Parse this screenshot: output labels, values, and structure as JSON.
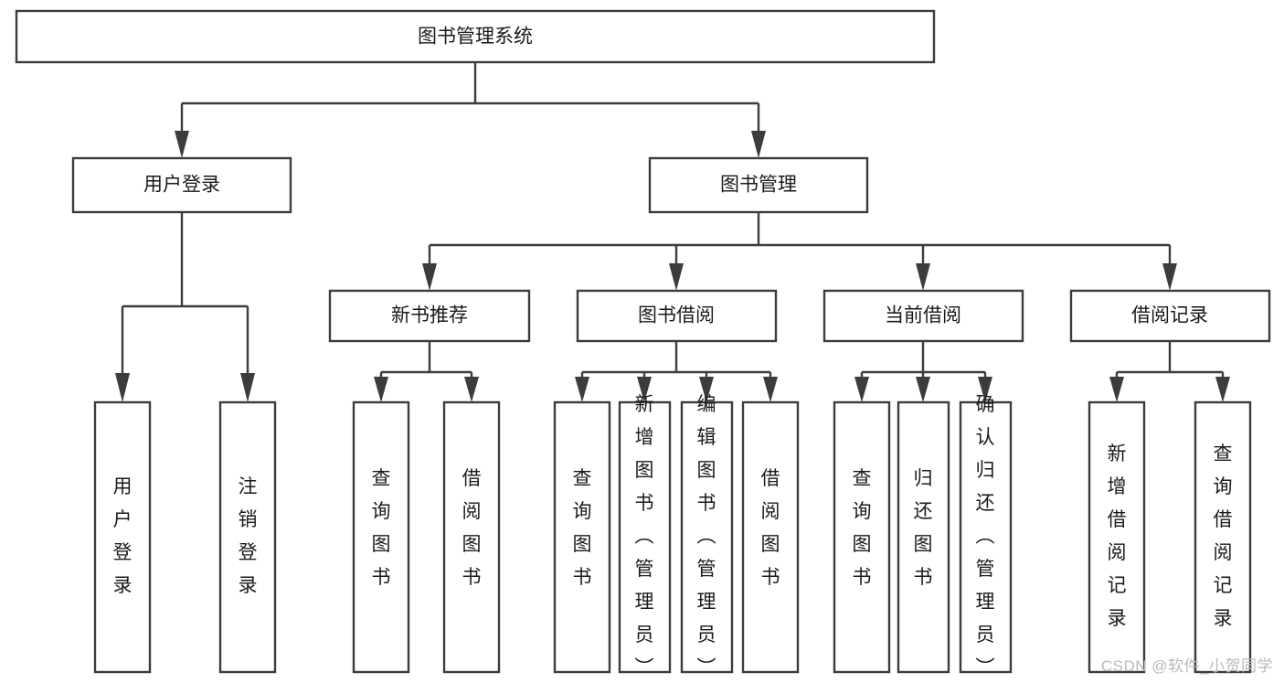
{
  "diagram": {
    "type": "tree",
    "title": "图书管理系统",
    "watermark": "CSDN @软件_小贺同学",
    "colors": {
      "stroke": "#3c3c3c",
      "box_fill": "#ffffff",
      "text": "#1a1a1a",
      "watermark": "#b9b9b9",
      "background": "#ffffff"
    },
    "levels": {
      "root": {
        "label": "图书管理系统"
      },
      "level2": [
        {
          "id": "user-login",
          "label": "用户登录"
        },
        {
          "id": "book-management",
          "label": "图书管理"
        }
      ],
      "level3": [
        {
          "id": "new-book-recommend",
          "label": "新书推荐"
        },
        {
          "id": "book-borrow",
          "label": "图书借阅"
        },
        {
          "id": "current-borrow",
          "label": "当前借阅"
        },
        {
          "id": "borrow-record",
          "label": "借阅记录"
        }
      ],
      "leaves": {
        "user-login": [
          {
            "id": "leaf-user-login",
            "label": "用户登录"
          },
          {
            "id": "leaf-logout",
            "label": "注销登录"
          }
        ],
        "new-book-recommend": [
          {
            "id": "leaf-query-book-1",
            "label": "查询图书"
          },
          {
            "id": "leaf-borrow-book-1",
            "label": "借阅图书"
          }
        ],
        "book-borrow": [
          {
            "id": "leaf-query-book-2",
            "label": "查询图书"
          },
          {
            "id": "leaf-add-book",
            "label": "新增图书（管理员）"
          },
          {
            "id": "leaf-edit-book",
            "label": "编辑图书（管理员）"
          },
          {
            "id": "leaf-borrow-book-2",
            "label": "借阅图书"
          }
        ],
        "current-borrow": [
          {
            "id": "leaf-query-book-3",
            "label": "查询图书"
          },
          {
            "id": "leaf-return-book",
            "label": "归还图书"
          },
          {
            "id": "leaf-confirm-return",
            "label": "确认归还（管理员）"
          }
        ],
        "borrow-record": [
          {
            "id": "leaf-add-record",
            "label": "新增借阅记录"
          },
          {
            "id": "leaf-query-record",
            "label": "查询借阅记录"
          }
        ]
      }
    }
  }
}
